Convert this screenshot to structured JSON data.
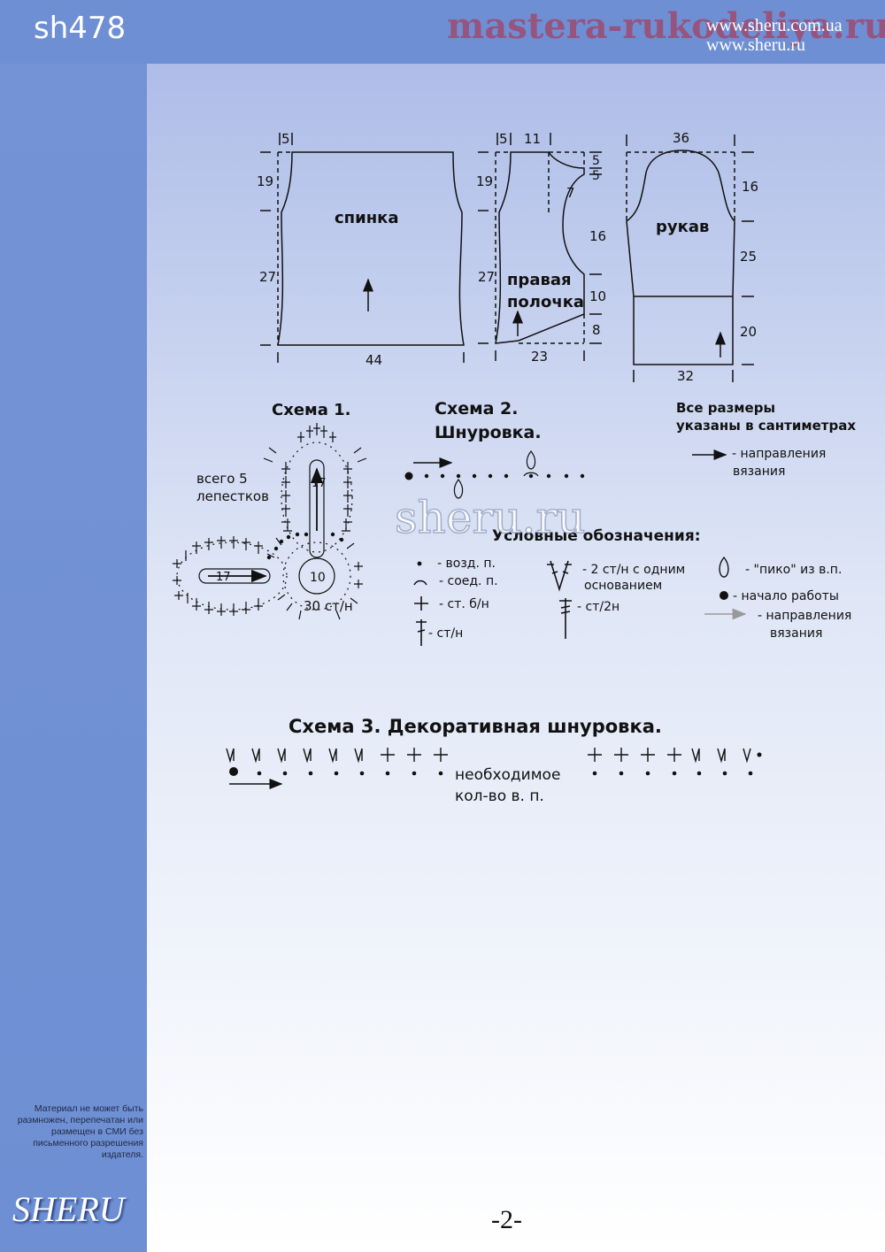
{
  "header": {
    "code": "sh478",
    "watermark": "mastera-rukodeliya.ru",
    "site1": "www.sheru.com.ua",
    "site2": "www.sheru.ru"
  },
  "sidebar": {
    "copyright": "Материал не может быть размножен, перепечатан или размещен в СМИ без письменного разрешения издателя.",
    "brand": "SHERU"
  },
  "footer": {
    "page": "-2-"
  },
  "watermark_mid": "sheru.ru",
  "patterns": {
    "back": {
      "label": "спинка",
      "d_top": "5",
      "d_armhole": "19",
      "d_side": "27",
      "d_bottom": "44"
    },
    "front": {
      "label_line1": "правая",
      "label_line2": "полочка",
      "d_top_a": "5",
      "d_top_b": "11",
      "d_armhole": "19",
      "d_side": "27",
      "d_bottom": "23",
      "d_r1": "5",
      "d_r2": "5",
      "d_neck": "7",
      "d_r3": "16",
      "d_r4": "10",
      "d_r5": "8"
    },
    "sleeve": {
      "label": "рукав",
      "d_top": "36",
      "d_cap": "16",
      "d_upper": "25",
      "d_cuff": "20",
      "d_bottom": "32"
    }
  },
  "notes": {
    "units_line1": "Все размеры",
    "units_line2": "указаны в сантиметрах",
    "dir_line1": "- направления",
    "dir_line2": "вязания"
  },
  "scheme1": {
    "title": "Схема 1.",
    "petals_line1": "всего 5",
    "petals_line2": "лепестков",
    "n17a": "17",
    "n17b": "17",
    "n10": "10",
    "stitches": "30 ст/н"
  },
  "scheme2": {
    "title_line1": "Схема 2.",
    "title_line2": "Шнуровка."
  },
  "legend": {
    "title": "Условные обозначения:",
    "chain": "- возд. п.",
    "slip": "- соед. п.",
    "sc": "- ст. б/н",
    "dc": "- ст/н",
    "dc2_line1": "- 2 ст/н с одним",
    "dc2_line2": "основанием",
    "tr": "- ст/2н",
    "picot": "- \"пико\" из в.п.",
    "start": "- начало работы",
    "dir_line1": "- направления",
    "dir_line2": "вязания"
  },
  "scheme3": {
    "title": "Схема 3. Декоративная шнуровка.",
    "note_line1": "необходимое",
    "note_line2": "кол-во в. п."
  },
  "colors": {
    "sidebar": "#6f8fd4",
    "watermark": "#b5263a"
  }
}
